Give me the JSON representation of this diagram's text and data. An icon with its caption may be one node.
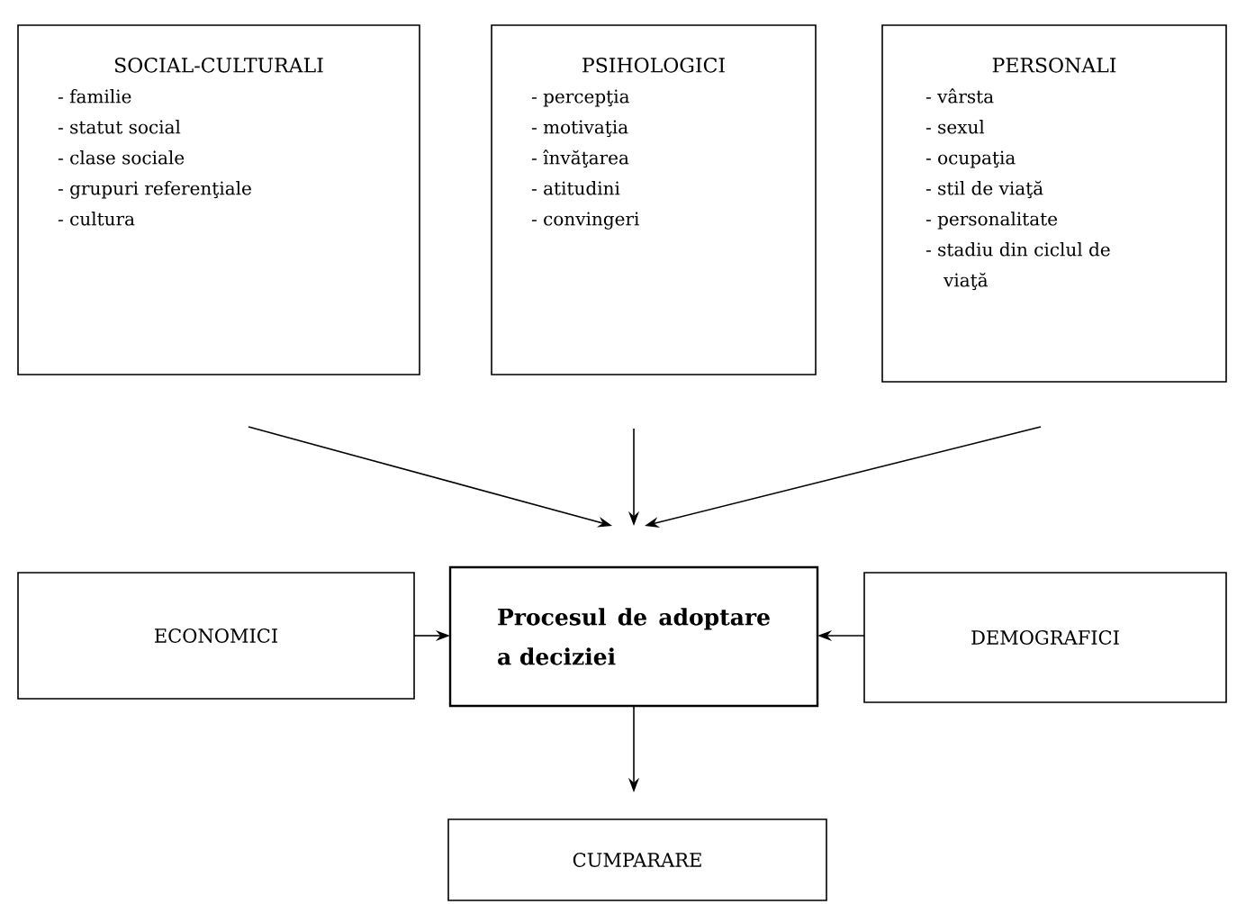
{
  "diagram": {
    "nodes": [
      {
        "text": [
          "SOCIAL-CULTURALI",
          "- familie",
          "- statut social",
          "- clase sociale",
          "- grupuri referenţiale",
          "- cultura"
        ]
      },
      {
        "text": [
          "PSIHOLOGICI",
          "- percepţia",
          "- motivaţia",
          "- învăţarea",
          "- atitudini",
          "- convingeri"
        ]
      },
      {
        "text": [
          "PERSONALI",
          "- vârsta",
          "- sexul",
          "- ocupaţia",
          "- stil de viaţă",
          "- personalitate",
          "- stadiu din ciclul de viaţă"
        ]
      },
      {
        "text": [
          "ECONOMICI"
        ]
      },
      {
        "text": [
          "Procesul de adoptare a deciziei"
        ]
      },
      {
        "text": [
          "DEMOGRAFICI"
        ]
      },
      {
        "text": [
          "CUMPARARE"
        ]
      }
    ],
    "edges": [
      {
        "from": 0,
        "to": 4,
        "arrow": "to"
      },
      {
        "from": 1,
        "to": 4,
        "arrow": "to"
      },
      {
        "from": 2,
        "to": 4,
        "arrow": "to"
      },
      {
        "from": 3,
        "to": 4,
        "arrow": "to"
      },
      {
        "from": 5,
        "to": 4,
        "arrow": "to"
      },
      {
        "from": 4,
        "to": 6,
        "arrow": "to"
      }
    ]
  }
}
